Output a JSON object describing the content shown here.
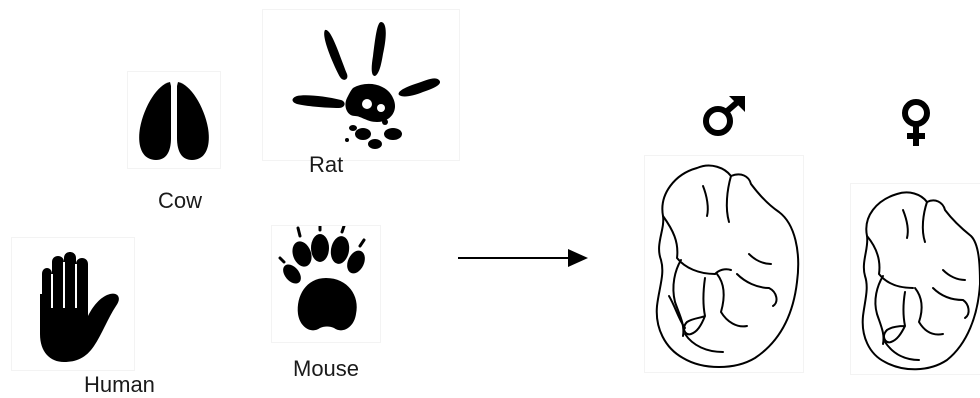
{
  "species": {
    "cow": "Cow",
    "rat": "Rat",
    "human": "Human",
    "mouse": "Mouse"
  },
  "sexes": {
    "male": "male-symbol",
    "female": "female-symbol"
  },
  "icons": [
    "cow-hoofprint-icon",
    "rat-pawprint-icon",
    "human-handprint-icon",
    "mouse-pawprint-icon",
    "male-embryo-icon",
    "female-embryo-icon",
    "right-arrow-icon"
  ],
  "colors": {
    "ink": "#000000",
    "background": "#ffffff"
  }
}
